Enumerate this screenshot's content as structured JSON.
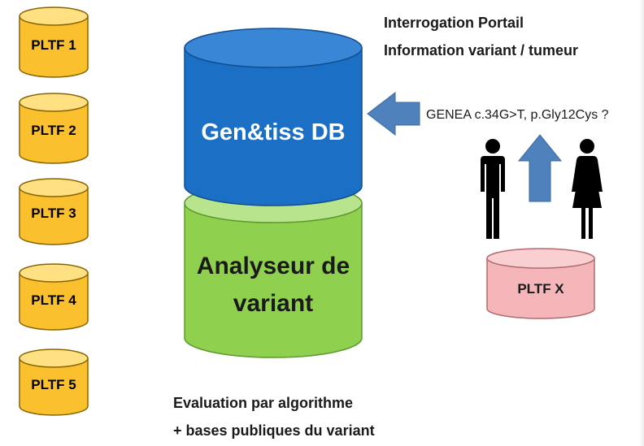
{
  "colors": {
    "platform_fill": "#fbc02d",
    "platform_top": "#ffe082",
    "platform_stroke": "#8a6400",
    "db_blue": "#1b6fc4",
    "db_blue_top": "#3a86d6",
    "analyzer_green": "#8fd14f",
    "analyzer_top": "#b8e48e",
    "pltfx_fill": "#f4b6b9",
    "pltfx_top": "#f9cfd1",
    "arrow_blue": "#4f81bd",
    "person": "#000000"
  },
  "platforms": [
    {
      "label": "PLTF 1"
    },
    {
      "label": "PLTF 2"
    },
    {
      "label": "PLTF 3"
    },
    {
      "label": "PLTF 4"
    },
    {
      "label": "PLTF 5"
    }
  ],
  "main_db": {
    "top_label": "Gen&tiss DB",
    "bottom_label_line1": "Analyseur de",
    "bottom_label_line2": "variant"
  },
  "portal": {
    "title_line1": "Interrogation Portail",
    "title_line2": "Information variant / tumeur",
    "query": "GENEA c.34G>T, p.Gly12Cys ?"
  },
  "remote_platform": {
    "label": "PLTF X"
  },
  "evaluation": {
    "line1": "Evaluation par algorithme",
    "line2": "+ bases publiques du variant"
  },
  "icons": {
    "man": "man-icon",
    "woman": "woman-icon",
    "left_arrow": "left-arrow-icon",
    "up_arrow": "up-arrow-icon"
  }
}
